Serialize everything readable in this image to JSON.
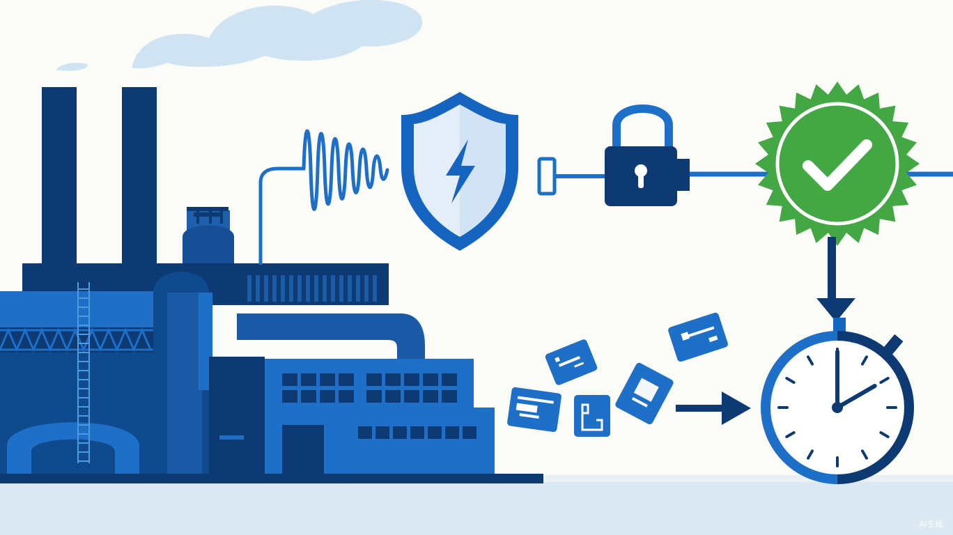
{
  "palette": {
    "background": "#fbfbf8",
    "ground": "#dde9f2",
    "navy": "#0d3a73",
    "blue": "#1565c0",
    "mid_blue": "#1e6fc8",
    "light_blue": "#2f86d9",
    "cloud": "#cfe3f3",
    "green": "#43a843",
    "white": "#ffffff"
  },
  "icons": [
    "factory-icon",
    "signal-wave-icon",
    "shield-lightning-icon",
    "padlock-icon",
    "verified-badge-icon",
    "stopwatch-icon",
    "data-card-icon",
    "arrow-right-icon",
    "arrow-down-icon"
  ],
  "stopwatch": {
    "hour": 2,
    "minute": 0
  },
  "watermark": "AI生成"
}
